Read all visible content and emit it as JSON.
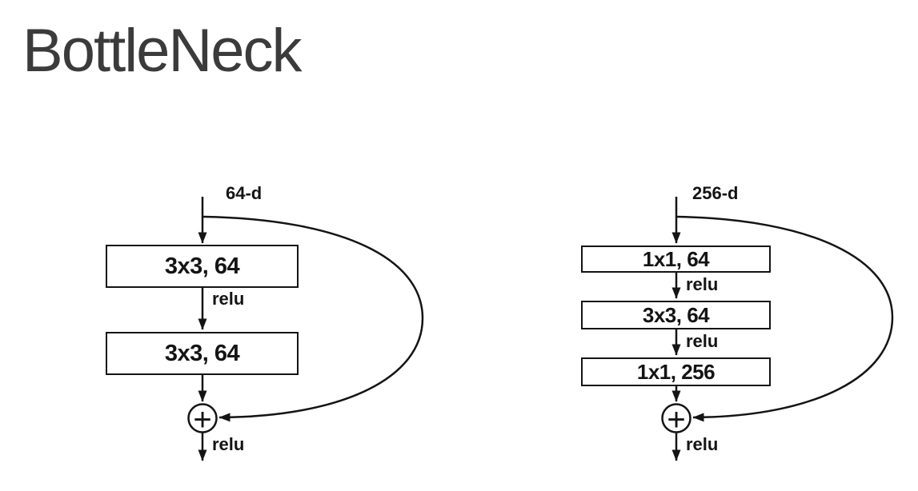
{
  "title": "BottleNeck",
  "colors": {
    "background": "#ffffff",
    "ink": "#141414",
    "title_text": "#3b3b3b",
    "box_fill": "#ffffff"
  },
  "icons": {
    "merge": "circle-plus-icon",
    "flow": "arrowhead-down-icon"
  },
  "left_block": {
    "input_label": "64-d",
    "box1": "3x3, 64",
    "box2": "3x3, 64",
    "relu_mid": "relu",
    "relu_out": "relu",
    "merge_operator": "+"
  },
  "right_block": {
    "input_label": "256-d",
    "box1": "1x1, 64",
    "box2": "3x3, 64",
    "box3": "1x1, 256",
    "relu_1": "relu",
    "relu_2": "relu",
    "relu_out": "relu",
    "merge_operator": "+"
  }
}
